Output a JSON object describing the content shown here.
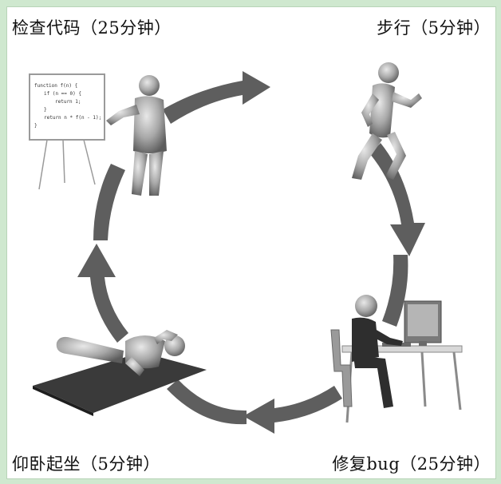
{
  "labels": {
    "top_left": "检查代码（25分钟）",
    "top_right": "步行（5分钟）",
    "bottom_right": "修复bug（25分钟）",
    "bottom_left": "仰卧起坐（5分钟）"
  },
  "whiteboard_code": [
    "function f(n) {",
    "if (n == 0) {",
    "return 1;",
    "}",
    "return n * f(n - 1);",
    "}"
  ],
  "colors": {
    "background": "#cfe8cf",
    "arrow": "#5a5a5a",
    "figure": "#8f8f8f",
    "mat": "#3a3a3a"
  }
}
